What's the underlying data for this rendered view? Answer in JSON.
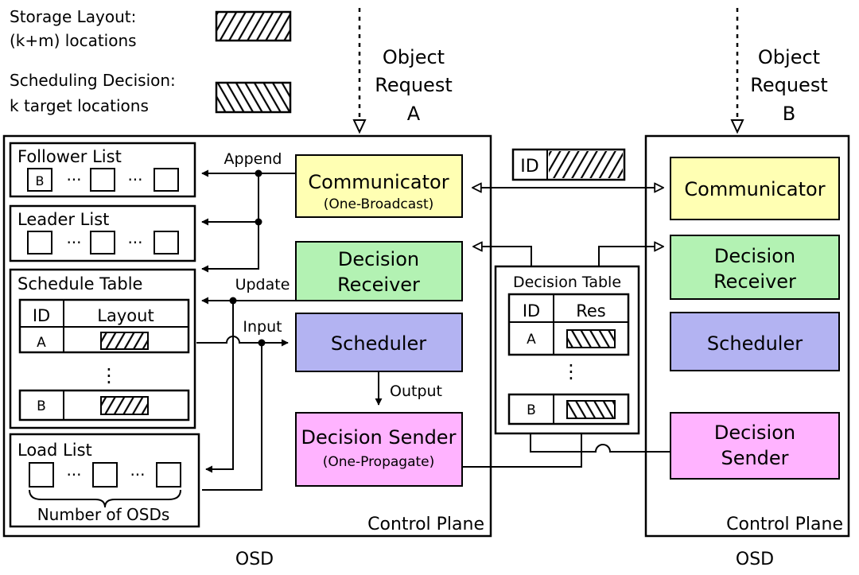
{
  "legend": {
    "storage_line1": "Storage Layout:",
    "storage_line2": "(k+m) locations",
    "decision_line1": "Scheduling Decision:",
    "decision_line2": "k target locations"
  },
  "requests": {
    "a": {
      "line1": "Object",
      "line2": "Request",
      "line3": "A"
    },
    "b": {
      "line1": "Object",
      "line2": "Request",
      "line3": "B"
    }
  },
  "left_osd": {
    "follower_list": {
      "title": "Follower List",
      "first_item": "B"
    },
    "leader_list": {
      "title": "Leader List"
    },
    "schedule_table": {
      "title": "Schedule Table",
      "col_id": "ID",
      "col_layout": "Layout",
      "row1_id": "A",
      "row2_id": "B"
    },
    "load_list": {
      "title": "Load List",
      "brace_label": "Number of OSDs"
    },
    "communicator": {
      "title": "Communicator",
      "subtitle": "(One-Broadcast)"
    },
    "decision_receiver": {
      "line1": "Decision",
      "line2": "Receiver"
    },
    "scheduler": {
      "title": "Scheduler"
    },
    "decision_sender": {
      "title": "Decision Sender",
      "subtitle": "(One-Propagate)"
    },
    "plane_label": "Control Plane",
    "osd_label": "OSD"
  },
  "edge_labels": {
    "append": "Append",
    "update": "Update",
    "input": "Input",
    "output": "Output",
    "ellipsis": "···",
    "vdots": "⋮"
  },
  "message": {
    "id": "ID"
  },
  "decision_table": {
    "title": "Decision Table",
    "col_id": "ID",
    "col_res": "Res",
    "row1_id": "A",
    "row2_id": "B"
  },
  "right_osd": {
    "communicator": {
      "title": "Communicator"
    },
    "decision_receiver": {
      "line1": "Decision",
      "line2": "Receiver"
    },
    "scheduler": {
      "title": "Scheduler"
    },
    "decision_sender": {
      "line1": "Decision",
      "line2": "Sender"
    },
    "plane_label": "Control Plane",
    "osd_label": "OSD"
  },
  "colors": {
    "communicator": "#ffffb3",
    "decision_receiver": "#b3f2b3",
    "scheduler": "#b3b3f2",
    "decision_sender": "#ffb3ff",
    "stroke": "#000000",
    "background": "#ffffff"
  }
}
